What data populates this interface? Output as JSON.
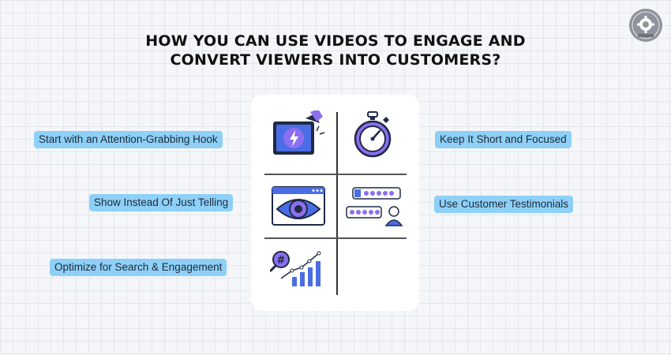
{
  "title": {
    "line1": "HOW YOU CAN USE VIDEOS TO ENGAGE AND",
    "line2": "CONVERT VIEWERS INTO CUSTOMERS?"
  },
  "logo": {
    "icon": "gear-logo-icon"
  },
  "tips": {
    "hook": "Start with an Attention-Grabbing Hook",
    "short": "Keep It Short and Focused",
    "show": "Show Instead Of Just Telling",
    "testimonials": "Use Customer Testimonials",
    "optimize": "Optimize for Search & Engagement"
  },
  "colors": {
    "pill": "#8ed0f7",
    "purple": "#8b6ff0",
    "blue": "#4a6de5",
    "dark": "#1f2a44"
  }
}
